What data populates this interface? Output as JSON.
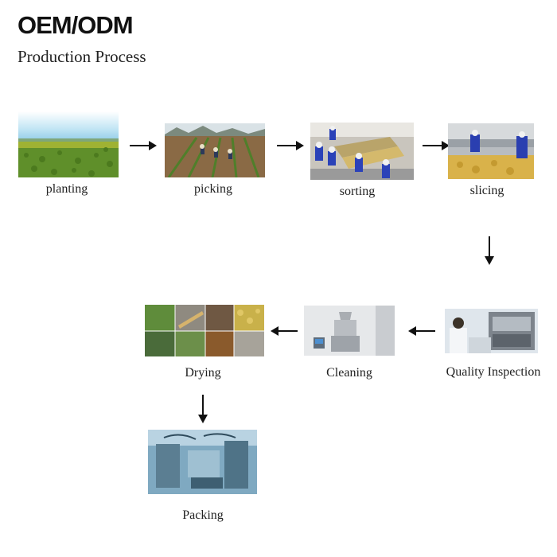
{
  "header": {
    "title": "OEM/ODM",
    "subtitle": "Production Process"
  },
  "steps": [
    {
      "label": "planting"
    },
    {
      "label": "picking"
    },
    {
      "label": "sorting"
    },
    {
      "label": "slicing"
    },
    {
      "label": "Quality Inspection"
    },
    {
      "label": "Cleaning"
    },
    {
      "label": "Drying"
    },
    {
      "label": "Packing"
    }
  ]
}
